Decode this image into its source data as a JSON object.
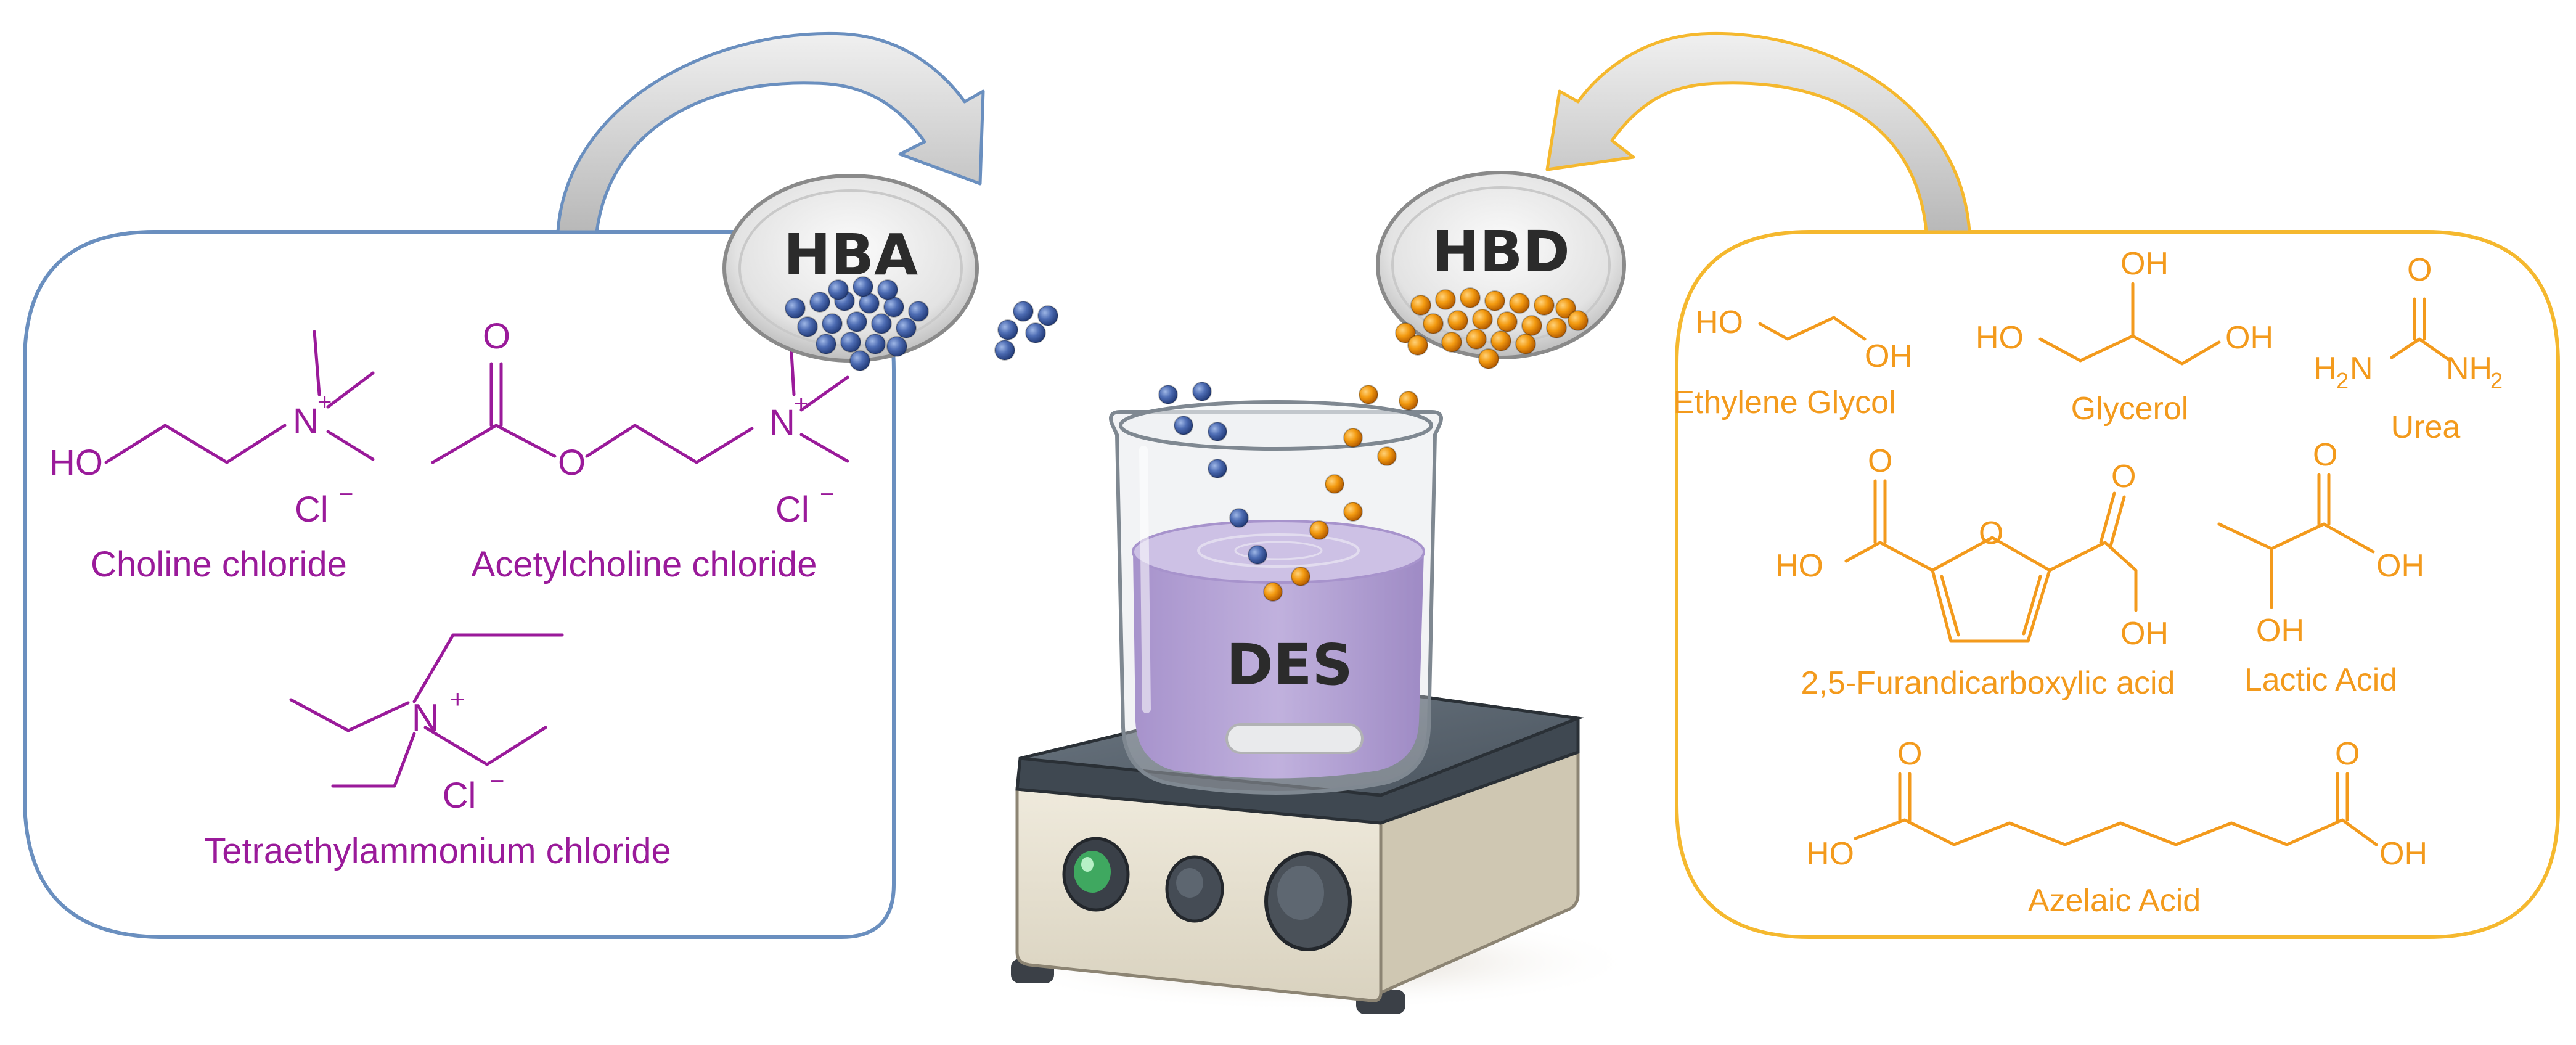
{
  "colors": {
    "hba": "#9a1a9a",
    "hbd": "#f39a1c",
    "hba_frame": "#6a8fbf",
    "hbd_frame": "#f5b82e",
    "hba_particle": "#3f5fa8",
    "hbd_particle": "#f29a0c",
    "des_liquid": "#9b7cc8"
  },
  "labels": {
    "hba_bowl": "HBA",
    "hbd_bowl": "HBD",
    "beaker": "DES"
  },
  "hba": {
    "compounds": [
      {
        "name": "Choline chloride",
        "atoms": [
          "HO",
          "N",
          "+",
          "Cl",
          "−"
        ]
      },
      {
        "name": "Acetylcholine chloride",
        "atoms": [
          "O",
          "O",
          "N",
          "+",
          "Cl",
          "−"
        ]
      },
      {
        "name": "Tetraethylammonium chloride",
        "atoms": [
          "N",
          "+",
          "Cl",
          "−"
        ]
      }
    ]
  },
  "hbd": {
    "compounds": [
      {
        "name": "Ethylene Glycol",
        "atoms": [
          "HO",
          "OH"
        ]
      },
      {
        "name": "Glycerol",
        "atoms": [
          "OH",
          "HO",
          "OH"
        ]
      },
      {
        "name": "Urea",
        "atoms": [
          "O",
          "H",
          "2",
          "N",
          "NH",
          "2"
        ]
      },
      {
        "name": "2,5-Furandicarboxylic acid",
        "atoms": [
          "O",
          "O",
          "O",
          "HO",
          "OH"
        ]
      },
      {
        "name": "Lactic Acid",
        "atoms": [
          "O",
          "OH",
          "OH"
        ]
      },
      {
        "name": "Azelaic Acid",
        "atoms": [
          "O",
          "O",
          "HO",
          "OH"
        ]
      }
    ]
  }
}
